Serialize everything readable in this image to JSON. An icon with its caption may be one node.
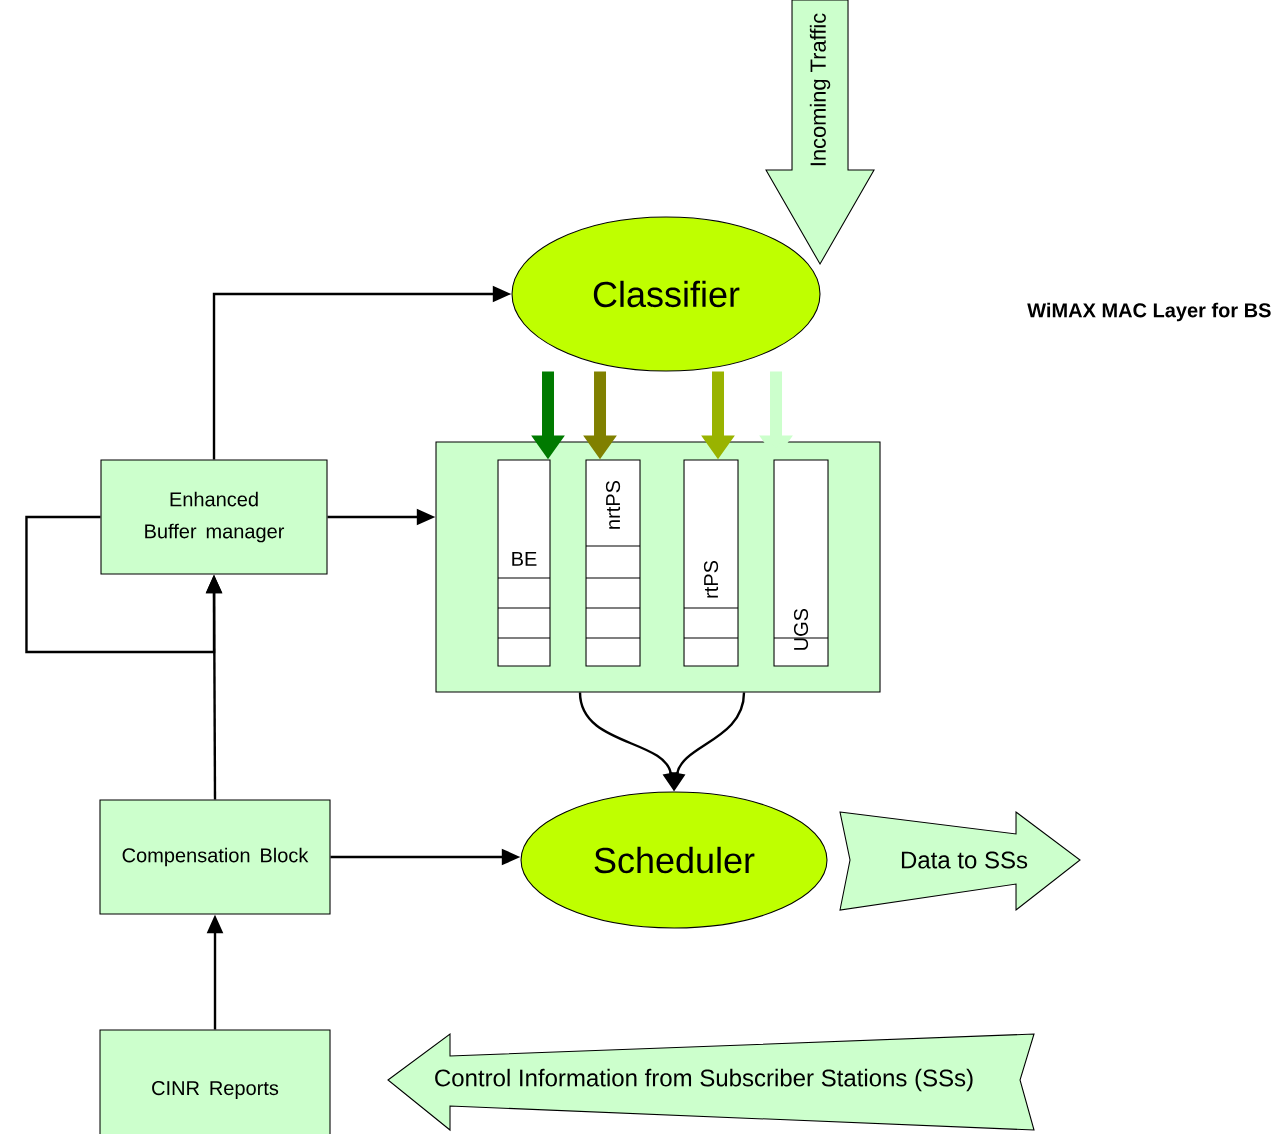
{
  "diagram": {
    "nodes": [
      {
        "text": [
          "Incoming Traffic"
        ]
      },
      {
        "text": [
          "Classifier"
        ]
      },
      {
        "text": [],
        "shape": "box"
      },
      {
        "text": [
          "BE"
        ],
        "in": 2
      },
      {
        "text": [
          "nrtPS"
        ],
        "in": 2
      },
      {
        "text": [
          "rtPS"
        ],
        "in": 2
      },
      {
        "text": [
          "UGS"
        ],
        "in": 2
      },
      {
        "text": [
          "Enhanced Buffer manager"
        ]
      },
      {
        "text": [
          "Compensation Block"
        ]
      },
      {
        "text": [
          "Scheduler"
        ]
      },
      {
        "text": [
          "Data to SSs"
        ]
      },
      {
        "text": [
          "CINR Reports"
        ]
      },
      {
        "text": [
          "Control Information from Subscriber Stations (SSs)"
        ]
      }
    ],
    "edges": [
      {
        "from": 7,
        "to": 1,
        "arrow": "to"
      },
      {
        "from": 1,
        "to": 3,
        "arrow": "to",
        "style": "thick",
        "color": "#007a00"
      },
      {
        "from": 1,
        "to": 4,
        "arrow": "to",
        "style": "thick",
        "color": "#808000"
      },
      {
        "from": 1,
        "to": 5,
        "arrow": "to",
        "style": "thick",
        "color": "#99b300"
      },
      {
        "from": 1,
        "to": 6,
        "arrow": "to",
        "style": "thick",
        "color": "#ccffcc"
      },
      {
        "from": 7,
        "to": 2,
        "arrow": "to"
      },
      {
        "from": 7,
        "to": 7,
        "arrow": "to"
      },
      {
        "from": 8,
        "to": 7,
        "arrow": "to"
      },
      {
        "from": 2,
        "to": 9,
        "arrow": "to"
      },
      {
        "from": 2,
        "to": 9,
        "arrow": "to"
      },
      {
        "from": 8,
        "to": 9,
        "arrow": "to"
      },
      {
        "from": 11,
        "to": 8,
        "arrow": "to"
      }
    ],
    "labels": [
      "WiMAX MAC Layer for BS"
    ]
  }
}
